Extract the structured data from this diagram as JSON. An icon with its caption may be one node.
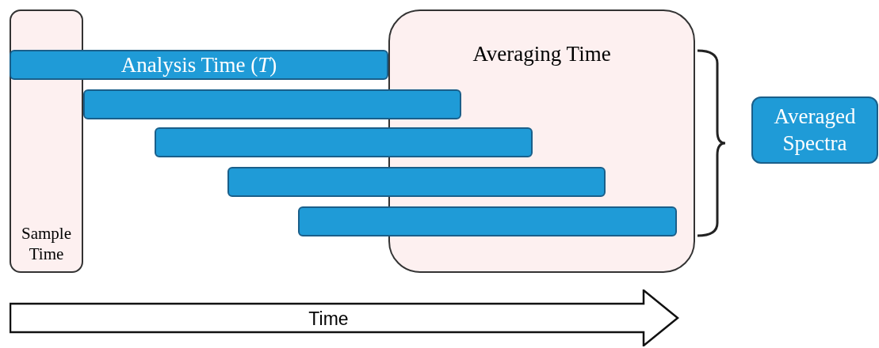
{
  "diagram": {
    "nodes": [
      {
        "text": [
          "Sample Time"
        ]
      },
      {
        "text": [
          "Averaging Time"
        ]
      },
      {
        "text": [
          "Analysis Time (*T*)"
        ]
      },
      {
        "text": [],
        "shape": "bar"
      },
      {
        "text": [],
        "shape": "bar"
      },
      {
        "text": [],
        "shape": "bar"
      },
      {
        "text": [],
        "shape": "bar"
      },
      {
        "text": [
          "Averaged Spectra"
        ]
      },
      {
        "text": [
          "Time"
        ]
      }
    ]
  }
}
